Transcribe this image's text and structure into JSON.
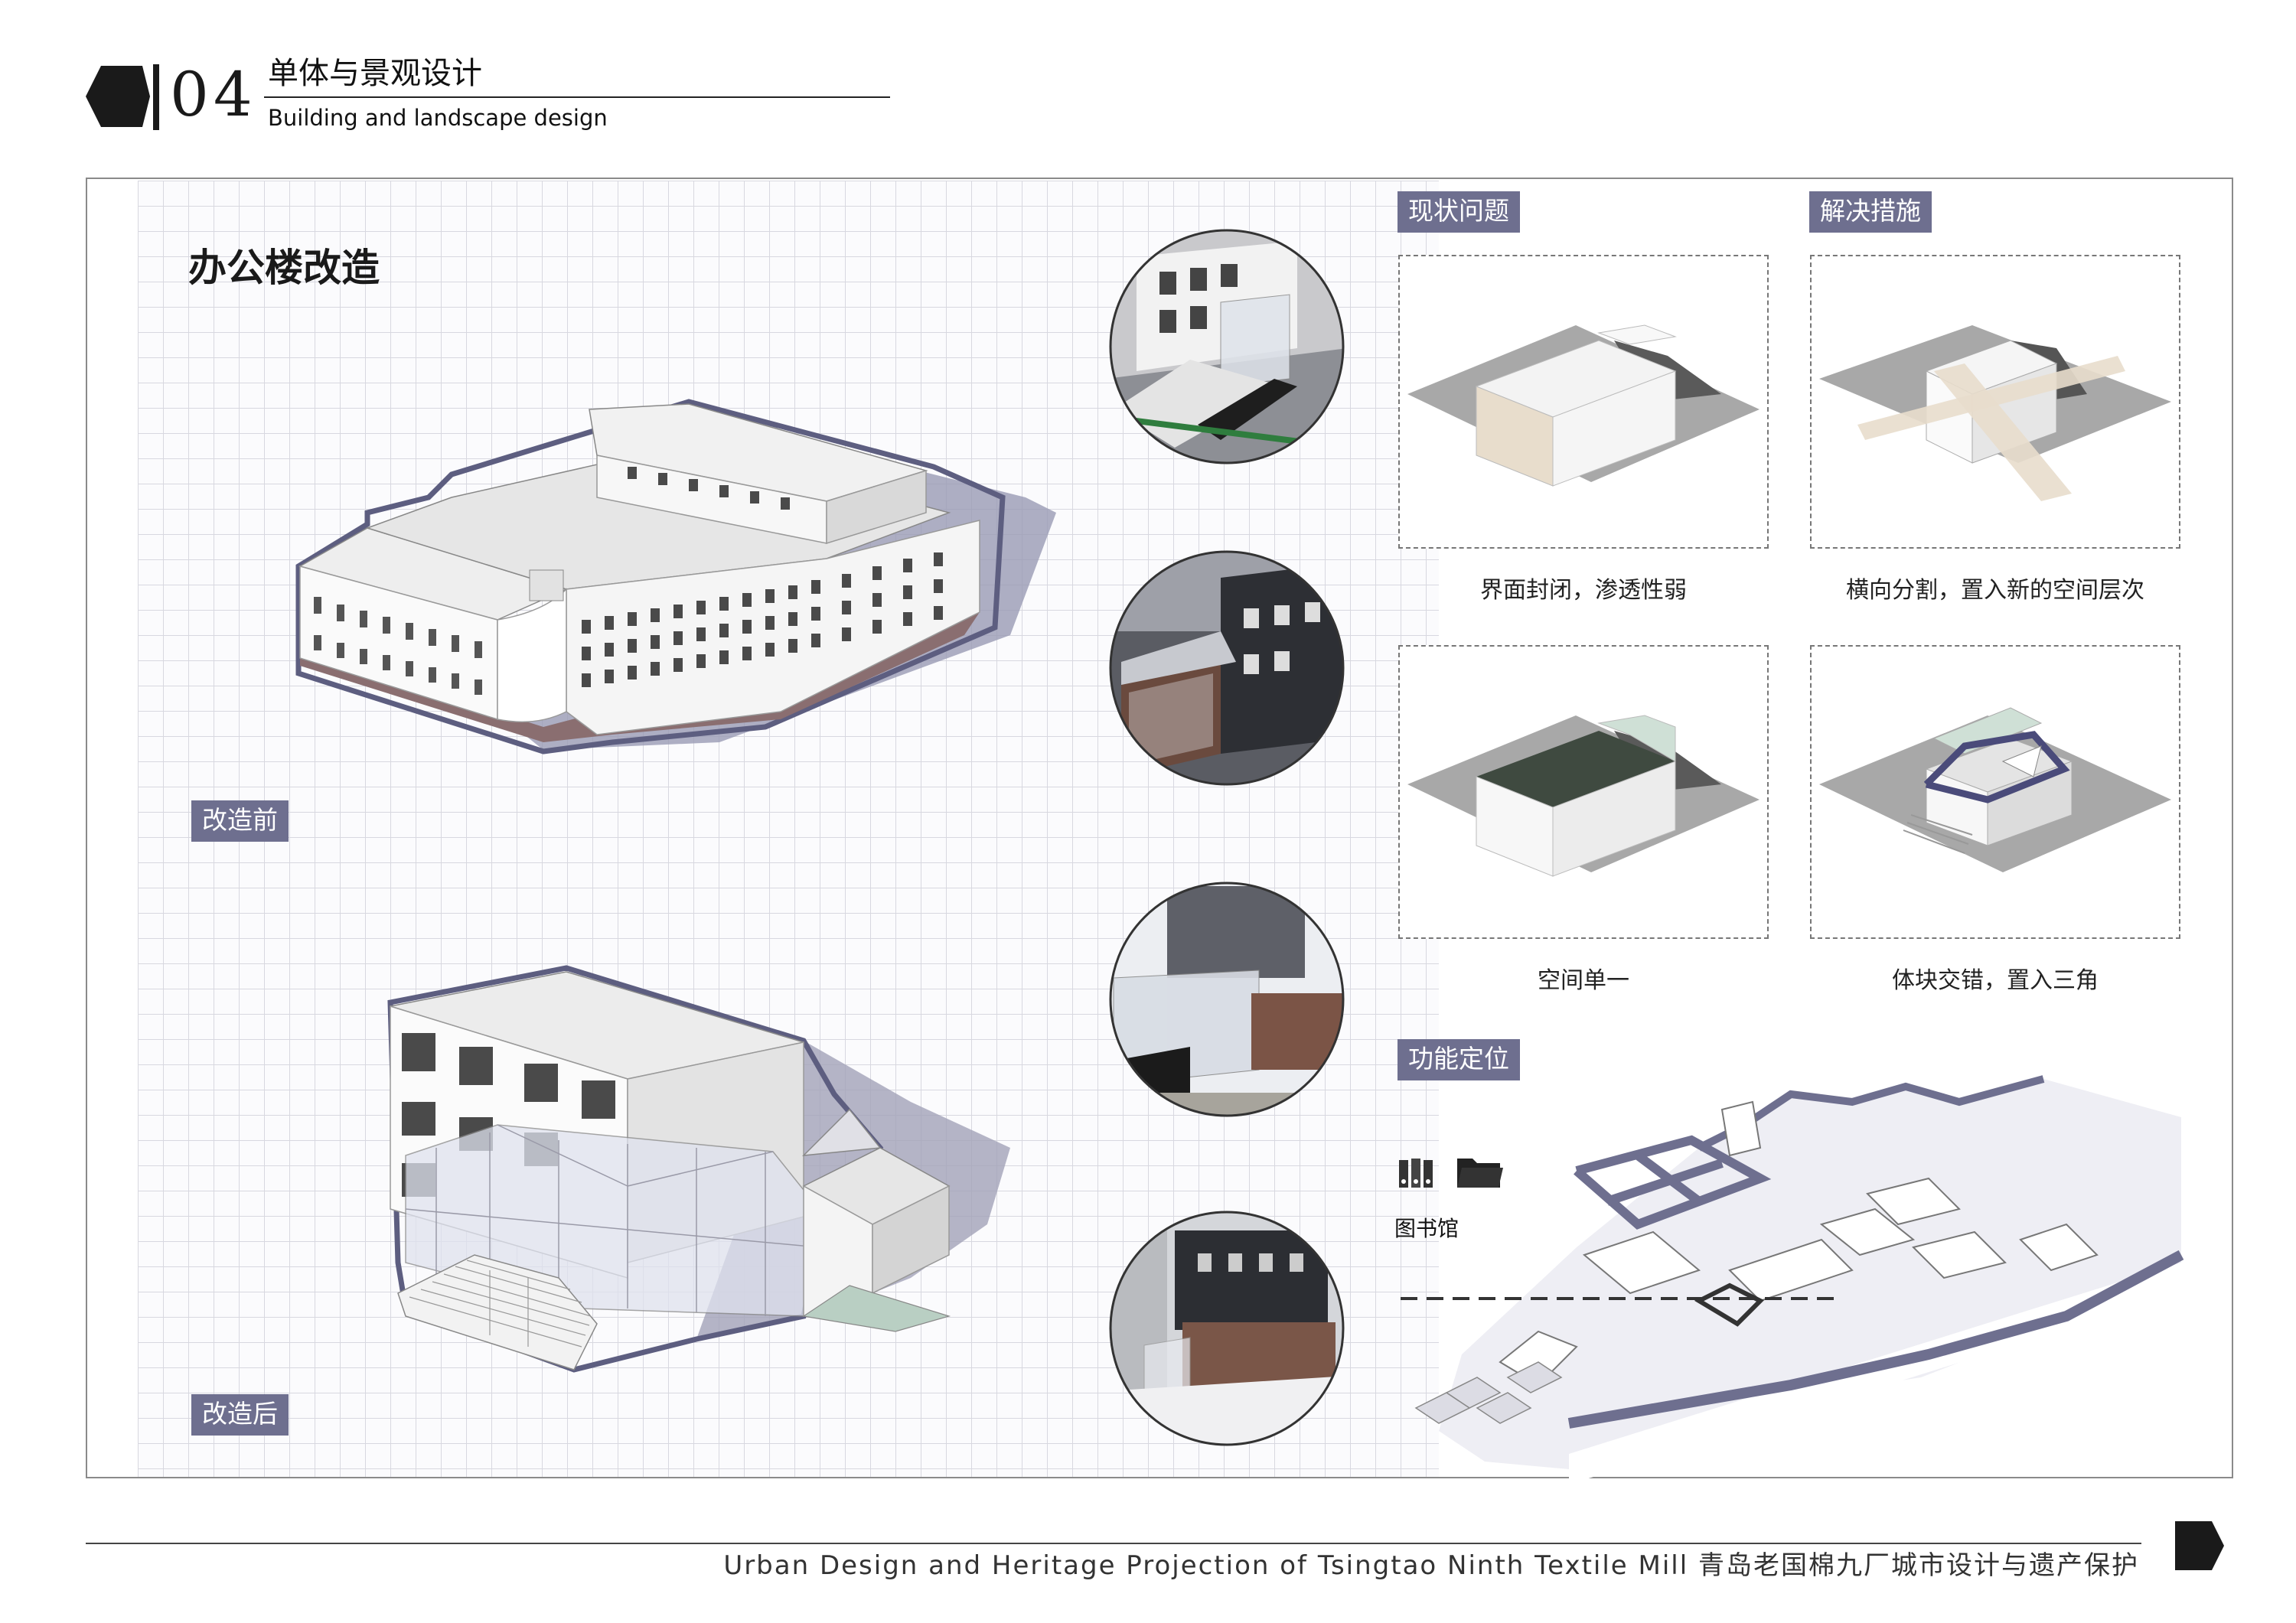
{
  "header": {
    "section_number": "04",
    "title_cn": "单体与景观设计",
    "title_en": "Building and landscape design"
  },
  "main": {
    "title": "办公楼改造",
    "label_before": "改造前",
    "label_after": "改造后"
  },
  "analysis": {
    "issue_heading": "现状问题",
    "solution_heading": "解决措施",
    "panels": [
      {
        "caption": "界面封闭，渗透性弱"
      },
      {
        "caption": "横向分割，置入新的空间层次"
      },
      {
        "caption": "空间单一"
      },
      {
        "caption": "体块交错，置入三角"
      }
    ]
  },
  "function": {
    "heading": "功能定位",
    "label": "图书馆",
    "icons": [
      "books-icon",
      "folder-icon"
    ]
  },
  "footer": {
    "text": "Urban Design and Heritage Projection of Tsingtao Ninth Textile Mill    青岛老国棉九厂城市设计与遗产保护"
  },
  "colors": {
    "accent": "#6e6f8f",
    "grid": "#d8d8e0",
    "outline": "#5d5e80",
    "plate": "#a8a8a8",
    "wood": "#e8ddcc",
    "dark_green": "#3f4a40",
    "mint": "#cfe0d6"
  }
}
